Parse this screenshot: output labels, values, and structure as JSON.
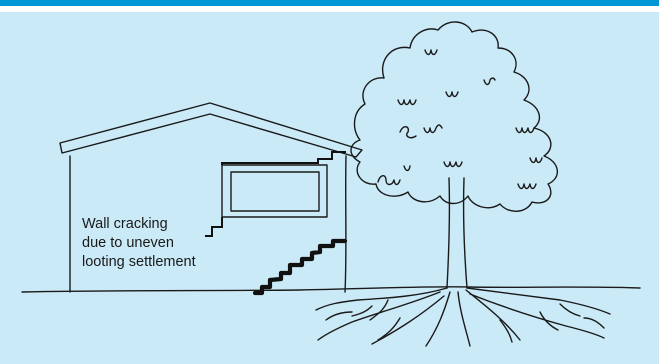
{
  "frame": {
    "accent_color": "#0096d6",
    "background_color": "#cbeaf7"
  },
  "caption": {
    "line1": "Wall cracking",
    "line2": "due to uneven",
    "line3": "looting settlement"
  },
  "icons": [
    "house",
    "tree",
    "roots",
    "wall-crack"
  ]
}
